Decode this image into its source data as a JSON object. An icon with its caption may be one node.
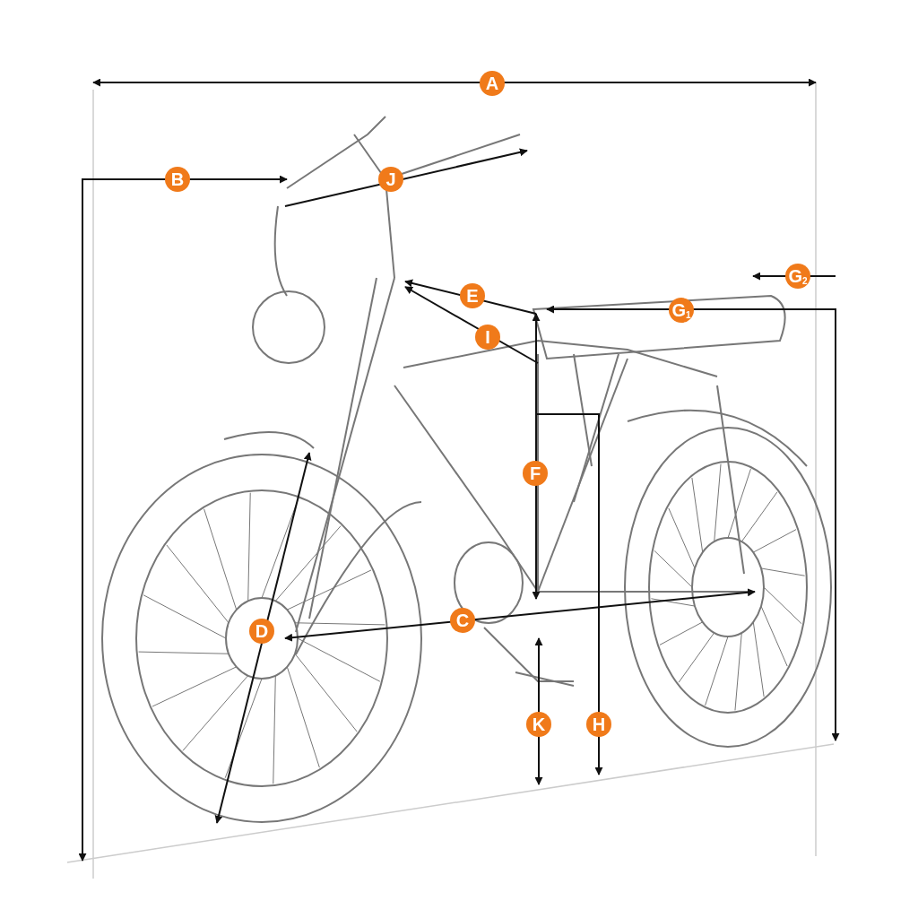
{
  "diagram": {
    "labels": [
      "A",
      "B",
      "J",
      "G$_{2}$",
      "E",
      "G$_{1}$",
      "I",
      "F",
      "C",
      "D",
      "K",
      "H"
    ]
  }
}
